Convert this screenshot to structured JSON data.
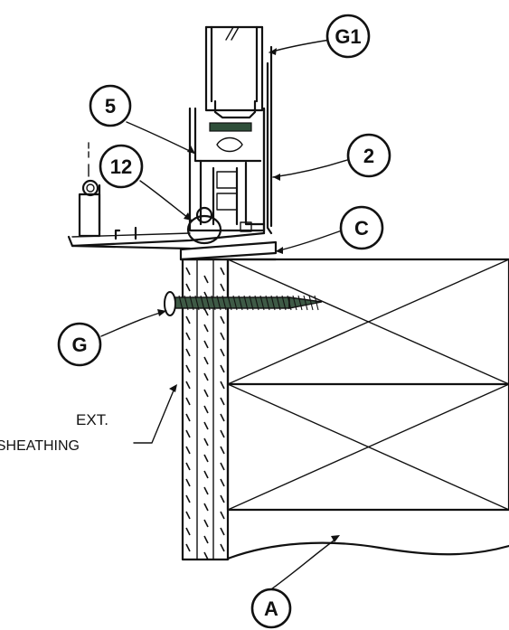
{
  "callouts": {
    "g1": "G1",
    "five": "5",
    "twelve": "12",
    "two": "2",
    "c": "C",
    "g": "G",
    "a": "A"
  },
  "annotation": {
    "line1": "EXT.",
    "line2": "SHEATHING"
  },
  "colors": {
    "ink": "#111111",
    "gasket": "#2f4f3a",
    "screw": "#3e5a46"
  }
}
